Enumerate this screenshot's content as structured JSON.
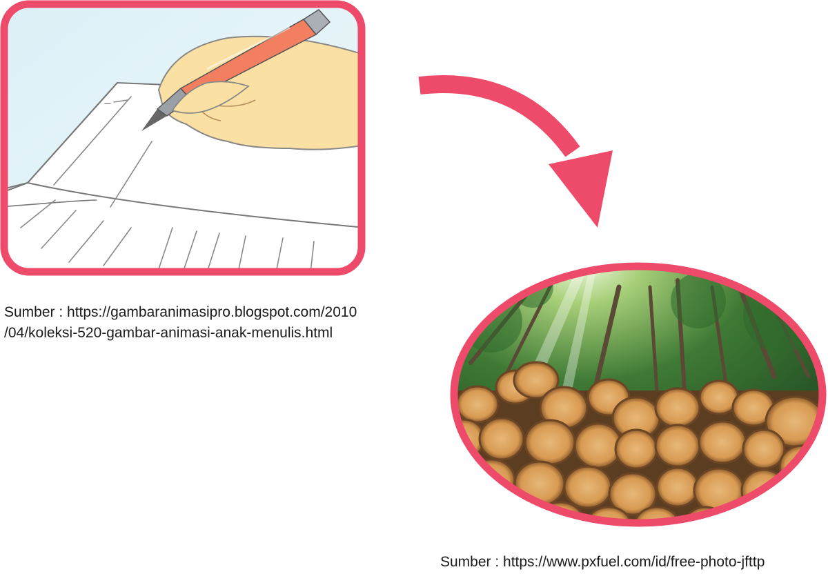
{
  "captions": {
    "source_1_line_1": "Sumber : https://gambaranimasipro.blogspot.com/2010",
    "source_1_line_2": "/04/koleksi-520-gambar-animasi-anak-menulis.html",
    "source_2": "Sumber : https://www.pxfuel.com/id/free-photo-jfttp"
  },
  "illustrations": {
    "writing": "hand-writing-with-pen-on-paper",
    "result": "forest-with-cut-logs",
    "connector": "curved-arrow"
  },
  "colors": {
    "frame": "#ee4a6a",
    "arrow": "#ee4a6a",
    "pen": "#f28060",
    "skin": "#fbe0a3",
    "sky": "#e4f3f7",
    "caption_text": "#1a1a1a"
  }
}
